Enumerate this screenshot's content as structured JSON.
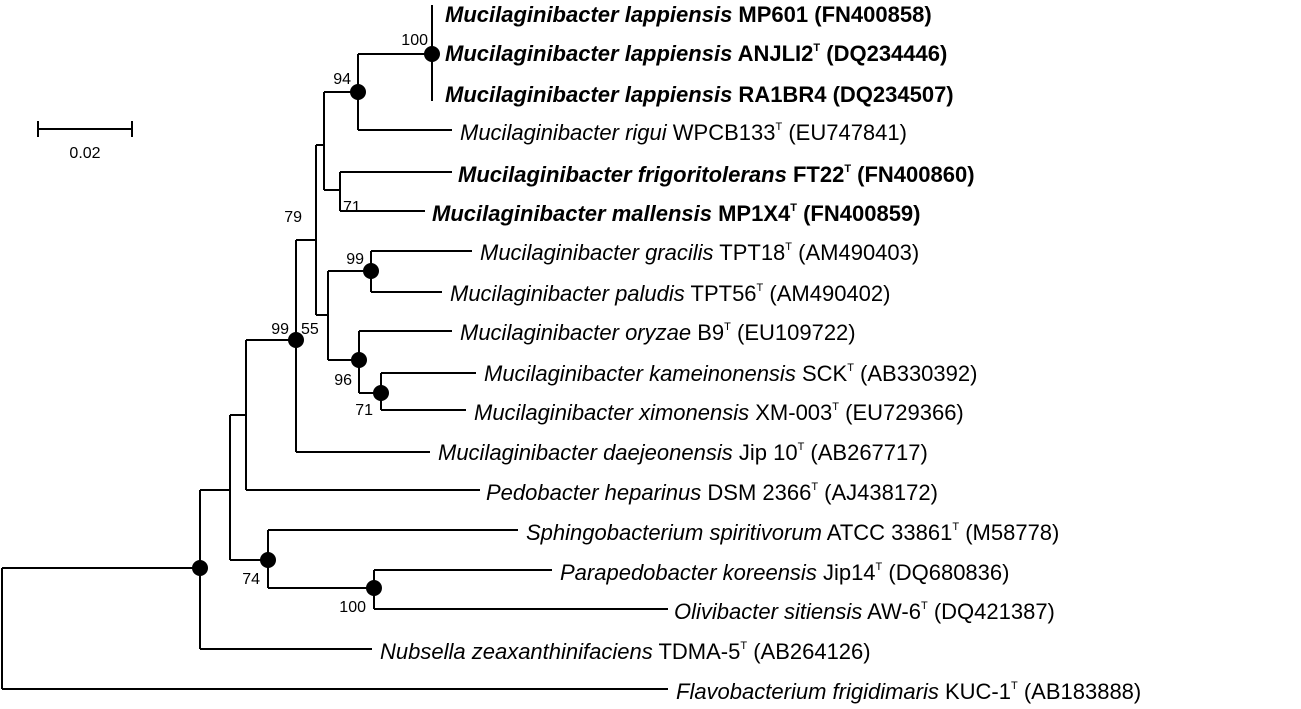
{
  "scale_bar": {
    "label": "0.02"
  },
  "taxa": [
    {
      "genus": "Mucilaginibacter",
      "species": "lappiensis",
      "strain": "MP601",
      "type_strain": false,
      "accession": "(FN400858)",
      "bold": true
    },
    {
      "genus": "Mucilaginibacter",
      "species": "lappiensis",
      "strain": "ANJLI2",
      "type_strain": true,
      "accession": "(DQ234446)",
      "bold": true
    },
    {
      "genus": "Mucilaginibacter",
      "species": "lappiensis",
      "strain": "RA1BR4",
      "type_strain": false,
      "accession": "(DQ234507)",
      "bold": true
    },
    {
      "genus": "Mucilaginibacter",
      "species": "rigui",
      "strain": "WPCB133",
      "type_strain": true,
      "accession": "(EU747841)",
      "bold": false
    },
    {
      "genus": "Mucilaginibacter",
      "species": "frigoritolerans",
      "strain": "FT22",
      "type_strain": true,
      "accession": "(FN400860)",
      "bold": true
    },
    {
      "genus": "Mucilaginibacter",
      "species": "mallensis",
      "strain": "MP1X4",
      "type_strain": true,
      "accession": "(FN400859)",
      "bold": true
    },
    {
      "genus": "Mucilaginibacter",
      "species": "gracilis",
      "strain": "TPT18",
      "type_strain": true,
      "accession": "(AM490403)",
      "bold": false
    },
    {
      "genus": "Mucilaginibacter",
      "species": "paludis",
      "strain": "TPT56",
      "type_strain": true,
      "accession": "(AM490402)",
      "bold": false
    },
    {
      "genus": "Mucilaginibacter",
      "species": "oryzae",
      "strain": "B9",
      "type_strain": true,
      "accession": "(EU109722)",
      "bold": false
    },
    {
      "genus": "Mucilaginibacter",
      "species": "kameinonensis",
      "strain": "SCK",
      "type_strain": true,
      "accession": "(AB330392)",
      "bold": false
    },
    {
      "genus": "Mucilaginibacter",
      "species": "ximonensis",
      "strain": "XM-003",
      "type_strain": true,
      "accession": "(EU729366)",
      "bold": false
    },
    {
      "genus": "Mucilaginibacter",
      "species": "daejeonensis",
      "strain": "Jip 10",
      "type_strain": true,
      "accession": "(AB267717)",
      "bold": false
    },
    {
      "genus": "Pedobacter",
      "species": "heparinus",
      "strain": "DSM 2366",
      "type_strain": true,
      "accession": "(AJ438172)",
      "bold": false
    },
    {
      "genus": "Sphingobacterium",
      "species": "spiritivorum",
      "strain": "ATCC 33861",
      "type_strain": true,
      "accession": "(M58778)",
      "bold": false
    },
    {
      "genus": "Parapedobacter",
      "species": "koreensis",
      "strain": "Jip14",
      "type_strain": true,
      "accession": "(DQ680836)",
      "bold": false
    },
    {
      "genus": "Olivibacter",
      "species": "sitiensis",
      "strain": "AW-6",
      "type_strain": true,
      "accession": "(DQ421387)",
      "bold": false
    },
    {
      "genus": "Nubsella",
      "species": "zeaxanthinifaciens",
      "strain": "TDMA-5",
      "type_strain": true,
      "accession": "(AB264126)",
      "bold": false
    },
    {
      "genus": "Flavobacterium",
      "species": "frigidimaris",
      "strain": "KUC-1",
      "type_strain": true,
      "accession": "(AB183888)",
      "bold": false
    }
  ],
  "type_strain_marker": "T",
  "bootstrap_values": [
    "100",
    "94",
    "79",
    "71",
    "99",
    "55",
    "99",
    "96",
    "71",
    "74",
    "100"
  ]
}
